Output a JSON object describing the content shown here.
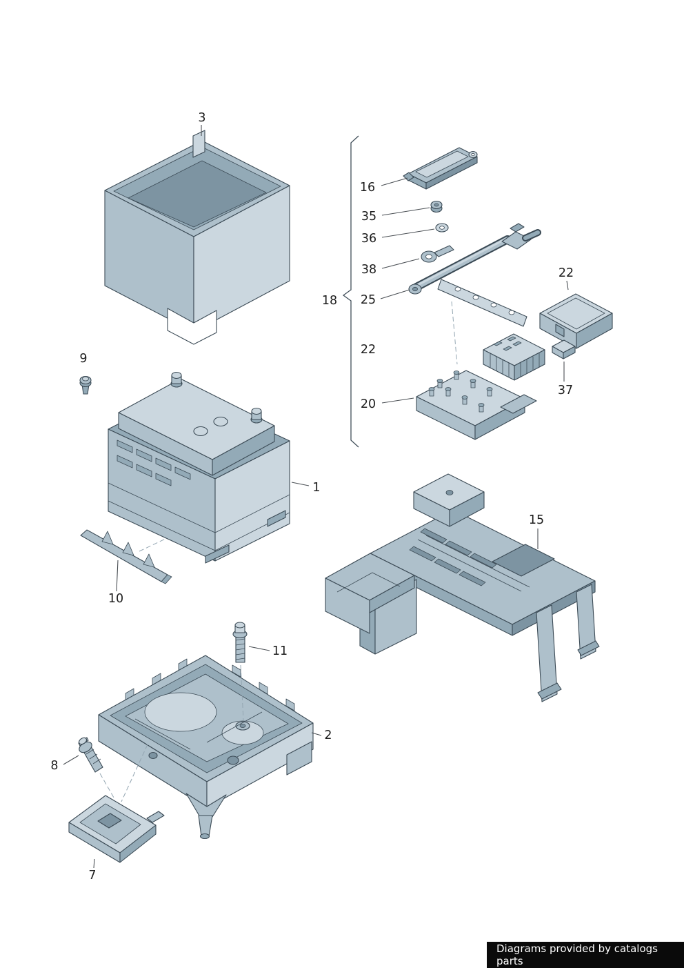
{
  "footer": {
    "text": "Diagrams provided by catalogs parts"
  },
  "colors": {
    "part_light": "#cbd7df",
    "part_mid": "#aec0cb",
    "part_dark": "#93aab7",
    "part_deep": "#7d94a2",
    "outline": "#3b4a55",
    "label_text": "#1d1d1d",
    "footer_bg": "#0a0a0a",
    "footer_text": "#ffffff"
  },
  "labels": [
    {
      "id": "3",
      "text": "3"
    },
    {
      "id": "9",
      "text": "9"
    },
    {
      "id": "1",
      "text": "1"
    },
    {
      "id": "10",
      "text": "10"
    },
    {
      "id": "18",
      "text": "18"
    },
    {
      "id": "16",
      "text": "16"
    },
    {
      "id": "35",
      "text": "35"
    },
    {
      "id": "36",
      "text": "36"
    },
    {
      "id": "38",
      "text": "38"
    },
    {
      "id": "25",
      "text": "25"
    },
    {
      "id": "22-left",
      "text": "22"
    },
    {
      "id": "20",
      "text": "20"
    },
    {
      "id": "22-right",
      "text": "22"
    },
    {
      "id": "37",
      "text": "37"
    },
    {
      "id": "15",
      "text": "15"
    },
    {
      "id": "11",
      "text": "11"
    },
    {
      "id": "2",
      "text": "2"
    },
    {
      "id": "8",
      "text": "8"
    },
    {
      "id": "7",
      "text": "7"
    }
  ]
}
